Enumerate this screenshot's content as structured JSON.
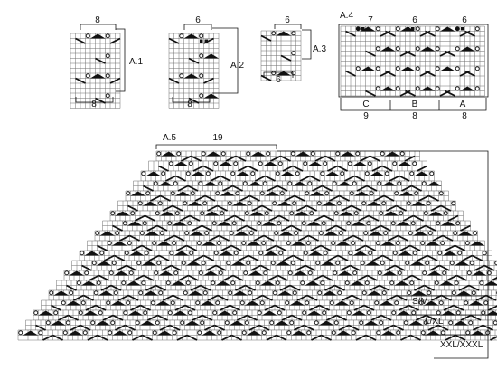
{
  "colors": {
    "ink": "#111111",
    "grid": "#6f6f6f",
    "paper": "#ffffff"
  },
  "symbols": [
    "slant-left-stroke",
    "slant-right-stroke",
    "yarn-over-circle",
    "triangle-decrease",
    "filled-square"
  ],
  "charts": {
    "A1": {
      "label": "A.1",
      "top_count": "8",
      "bottom_count": "8"
    },
    "A2": {
      "label": "A.2",
      "top_count": "6",
      "bottom_count": "8"
    },
    "A3": {
      "label": "A.3",
      "top_count": "6",
      "bottom_count": "6"
    },
    "A4": {
      "label": "A.4",
      "top_counts": [
        "7",
        "6",
        "6"
      ],
      "sections": [
        {
          "name": "C",
          "count": "9"
        },
        {
          "name": "B",
          "count": "8"
        },
        {
          "name": "A",
          "count": "8"
        }
      ]
    },
    "A5": {
      "label": "A.5",
      "top_count": "19",
      "sizes": [
        "S/M",
        "L/XL",
        "XXL/XXXL"
      ]
    }
  }
}
